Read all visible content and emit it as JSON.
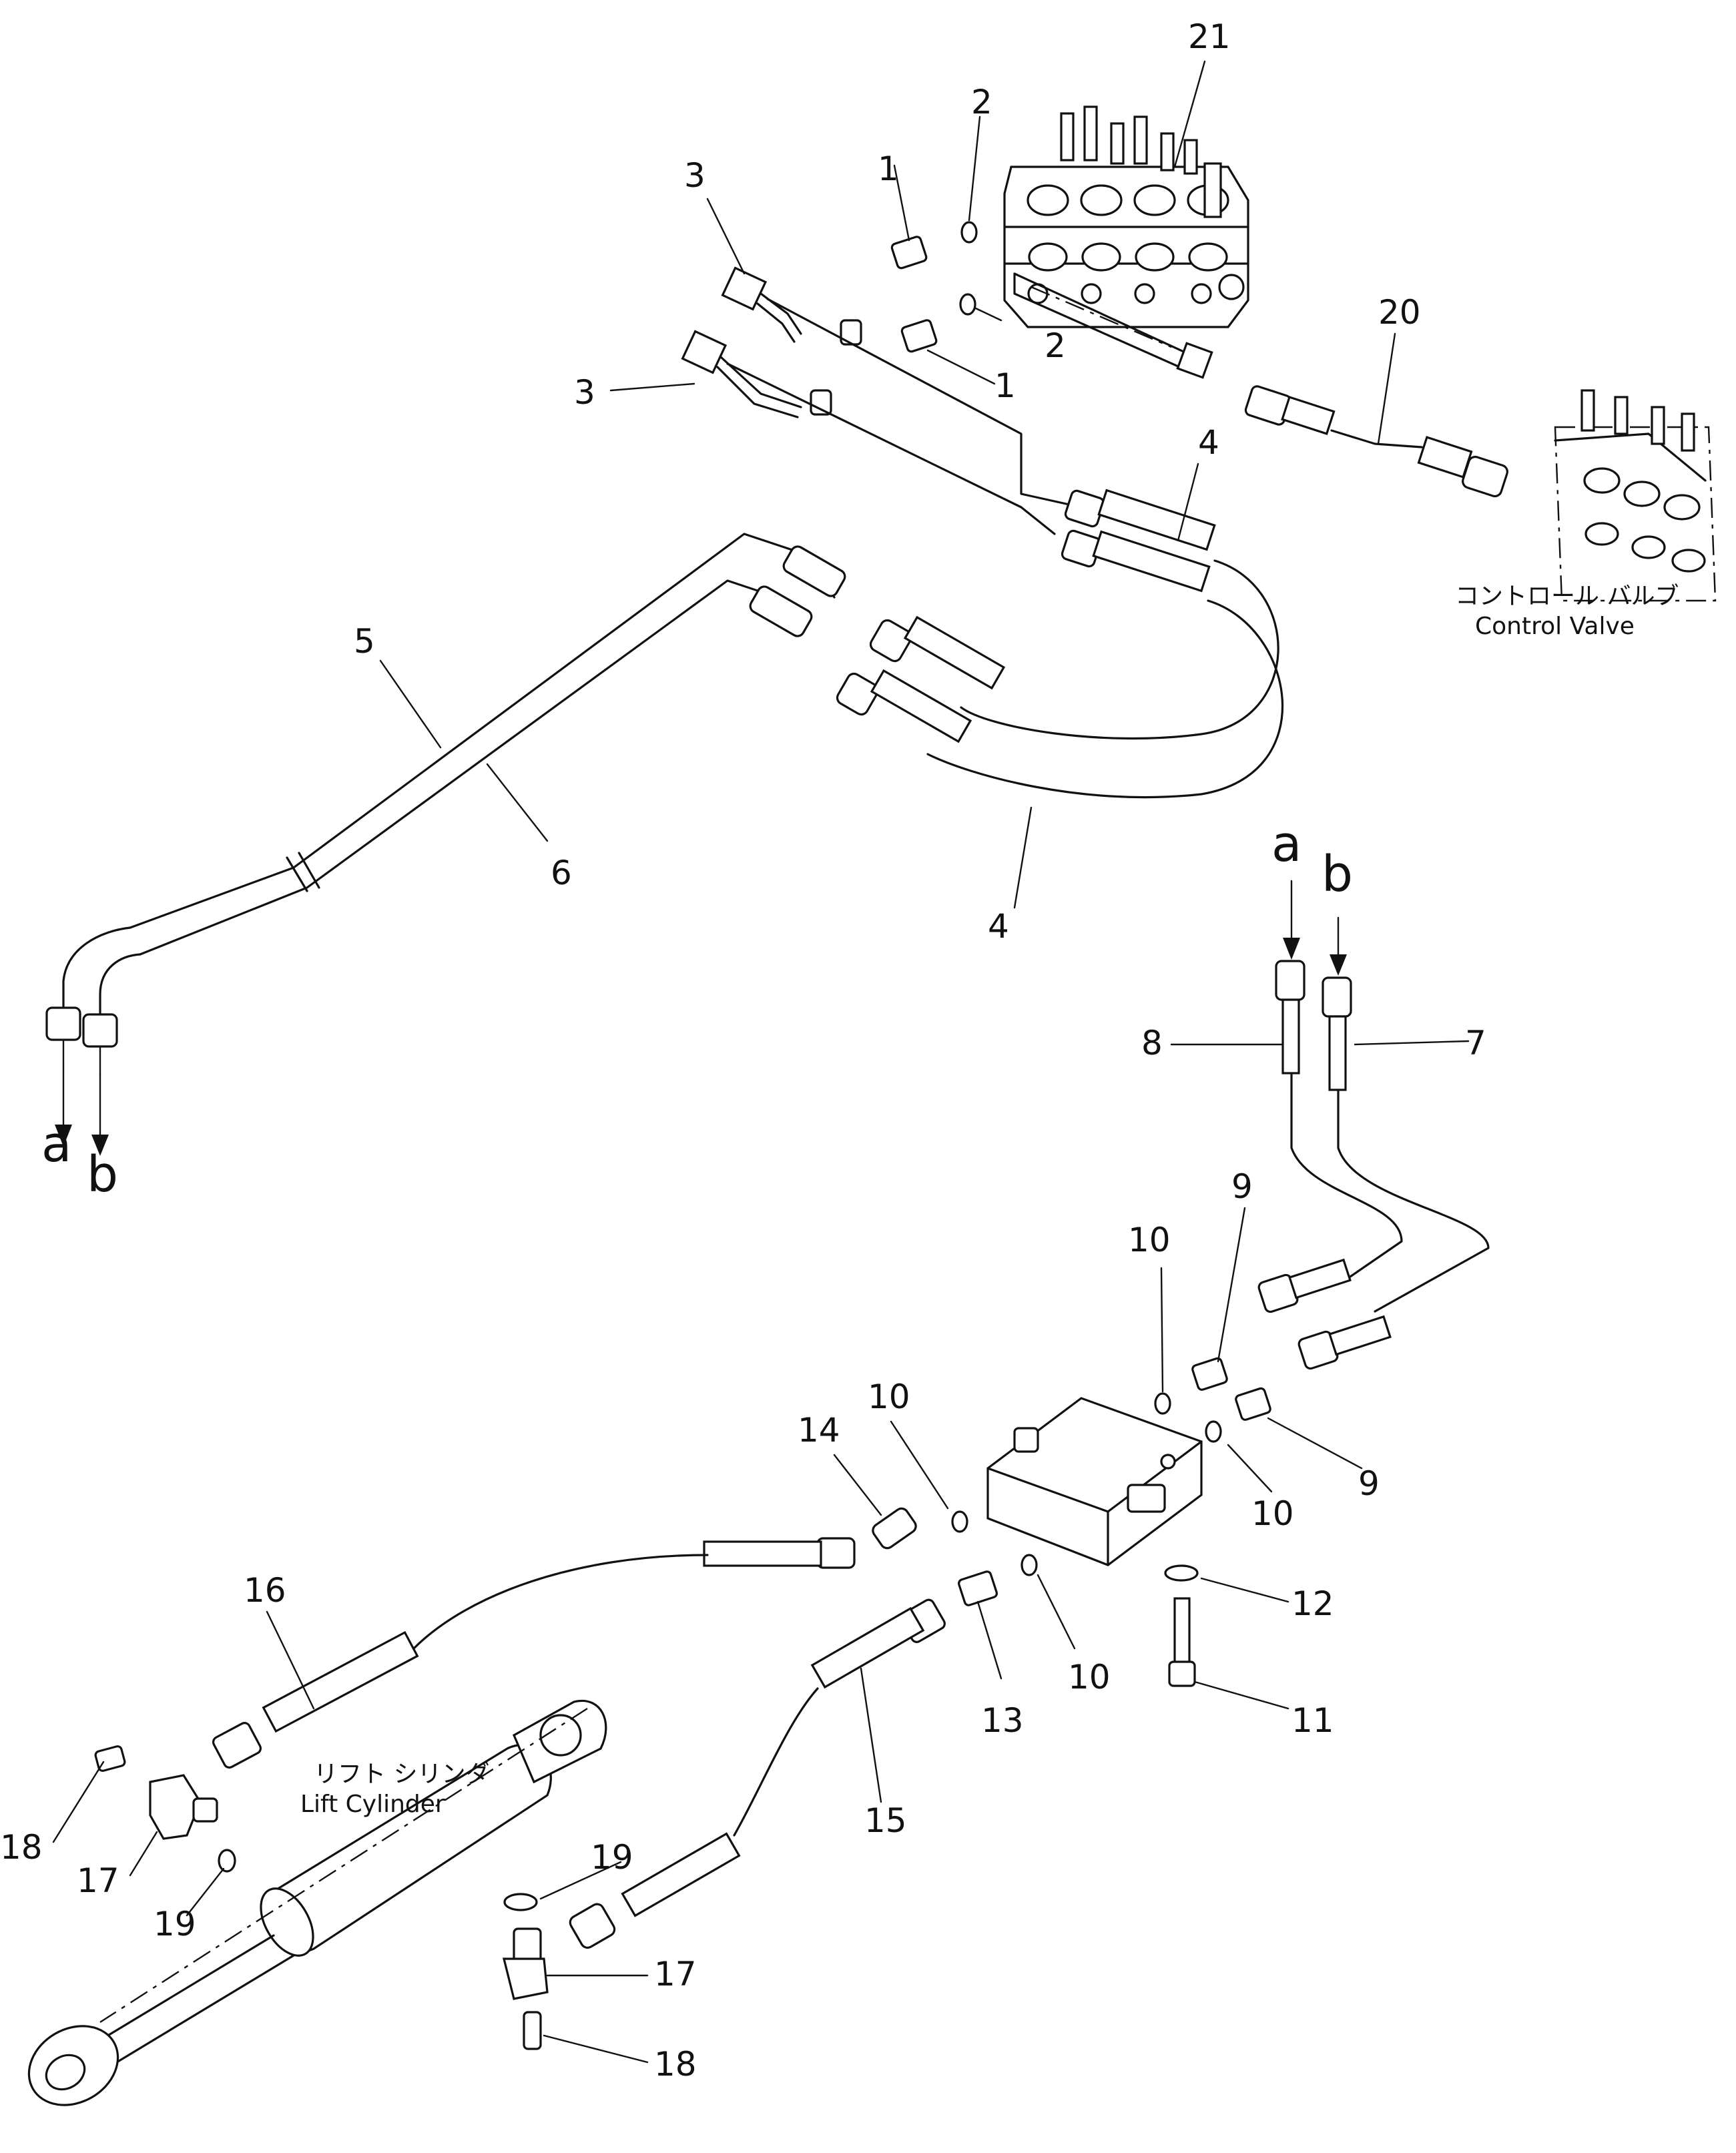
{
  "labels": [
    {
      "id": "p21",
      "text": "21"
    },
    {
      "id": "p2a",
      "text": "2"
    },
    {
      "id": "p2b",
      "text": "2"
    },
    {
      "id": "p1a",
      "text": "1"
    },
    {
      "id": "p1b",
      "text": "1"
    },
    {
      "id": "p3a",
      "text": "3"
    },
    {
      "id": "p3b",
      "text": "3"
    },
    {
      "id": "p20",
      "text": "20"
    },
    {
      "id": "p4a",
      "text": "4"
    },
    {
      "id": "p4b",
      "text": "4"
    },
    {
      "id": "p5",
      "text": "5"
    },
    {
      "id": "p6",
      "text": "6"
    },
    {
      "id": "p7",
      "text": "7"
    },
    {
      "id": "p8",
      "text": "8"
    },
    {
      "id": "p9a",
      "text": "9"
    },
    {
      "id": "p9b",
      "text": "9"
    },
    {
      "id": "p10a",
      "text": "10"
    },
    {
      "id": "p10b",
      "text": "10"
    },
    {
      "id": "p10c",
      "text": "10"
    },
    {
      "id": "p10d",
      "text": "10"
    },
    {
      "id": "p11",
      "text": "11"
    },
    {
      "id": "p12",
      "text": "12"
    },
    {
      "id": "p13",
      "text": "13"
    },
    {
      "id": "p14",
      "text": "14"
    },
    {
      "id": "p15",
      "text": "15"
    },
    {
      "id": "p16",
      "text": "16"
    },
    {
      "id": "p17a",
      "text": "17"
    },
    {
      "id": "p17b",
      "text": "17"
    },
    {
      "id": "p18a",
      "text": "18"
    },
    {
      "id": "p18b",
      "text": "18"
    },
    {
      "id": "p19a",
      "text": "19"
    },
    {
      "id": "p19b",
      "text": "19"
    }
  ],
  "connectors": {
    "a_top": "a",
    "b_top": "b",
    "a_bottom": "a",
    "b_bottom": "b"
  },
  "captions": {
    "control_valve_jp": "コントロール バルブ",
    "control_valve_en": "Control Valve",
    "lift_cylinder_jp": "リフト シリンダ",
    "lift_cylinder_en": "Lift Cylinder"
  }
}
